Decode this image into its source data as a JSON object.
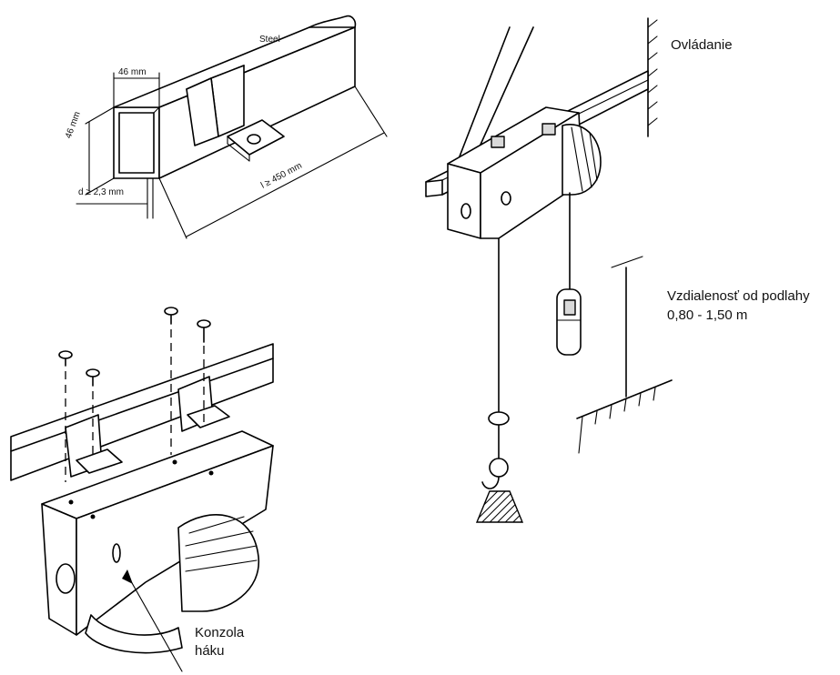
{
  "beam_detail": {
    "material": "Steel",
    "width": "46 mm",
    "height": "46 mm",
    "wall": "d ≥ 2,3 mm",
    "length": "l ≥ 450 mm"
  },
  "hoist_detail": {
    "control_label": "Ovládanie",
    "floor_distance_line1": "Vzdialenosť od podlahy",
    "floor_distance_line2": "0,80 - 1,50 m"
  },
  "mount_detail": {
    "bracket_label_line1": "Konzola",
    "bracket_label_line2": "háku"
  },
  "icons": [
    "steel-beam-drawing",
    "hoist-drawing",
    "hook-icon",
    "control-pendant-icon",
    "mounting-bolt-icon"
  ]
}
